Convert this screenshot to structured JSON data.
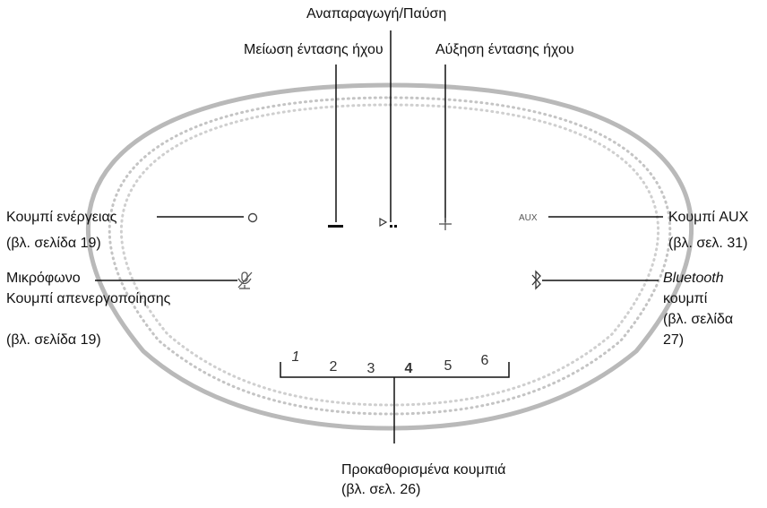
{
  "labels": {
    "play_pause": "Αναπαραγωγή/Παύση",
    "volume_down": "Μείωση έντασης ήχου",
    "volume_up": "Αύξηση έντασης ήχου",
    "power_button": "Κουμπί ενέργειας",
    "power_ref": "(βλ. σελίδα 19)",
    "mic_line1": "Μικρόφωνο",
    "mic_line2": "Κουμπί απενεργοποίησης",
    "mic_ref": "(βλ. σελίδα 19)",
    "aux_button": "Κουμπί AUX",
    "aux_ref": "(βλ. σελ. 31)",
    "bt_line1": "Bluetooth",
    "bt_line2": "κουμπί",
    "bt_line3": "(βλ. σελίδα",
    "bt_line4": "27)",
    "presets": "Προκαθορισμένα κουμπιά",
    "presets_ref": "(βλ. σελ. 26)"
  },
  "device": {
    "aux_text": "AUX",
    "presets": [
      "1",
      "2",
      "3",
      "4",
      "5",
      "6"
    ]
  },
  "icons": [
    "power-icon",
    "mic-off-icon",
    "volume-down-icon",
    "play-pause-icon",
    "volume-up-icon",
    "aux-label",
    "bluetooth-icon"
  ]
}
